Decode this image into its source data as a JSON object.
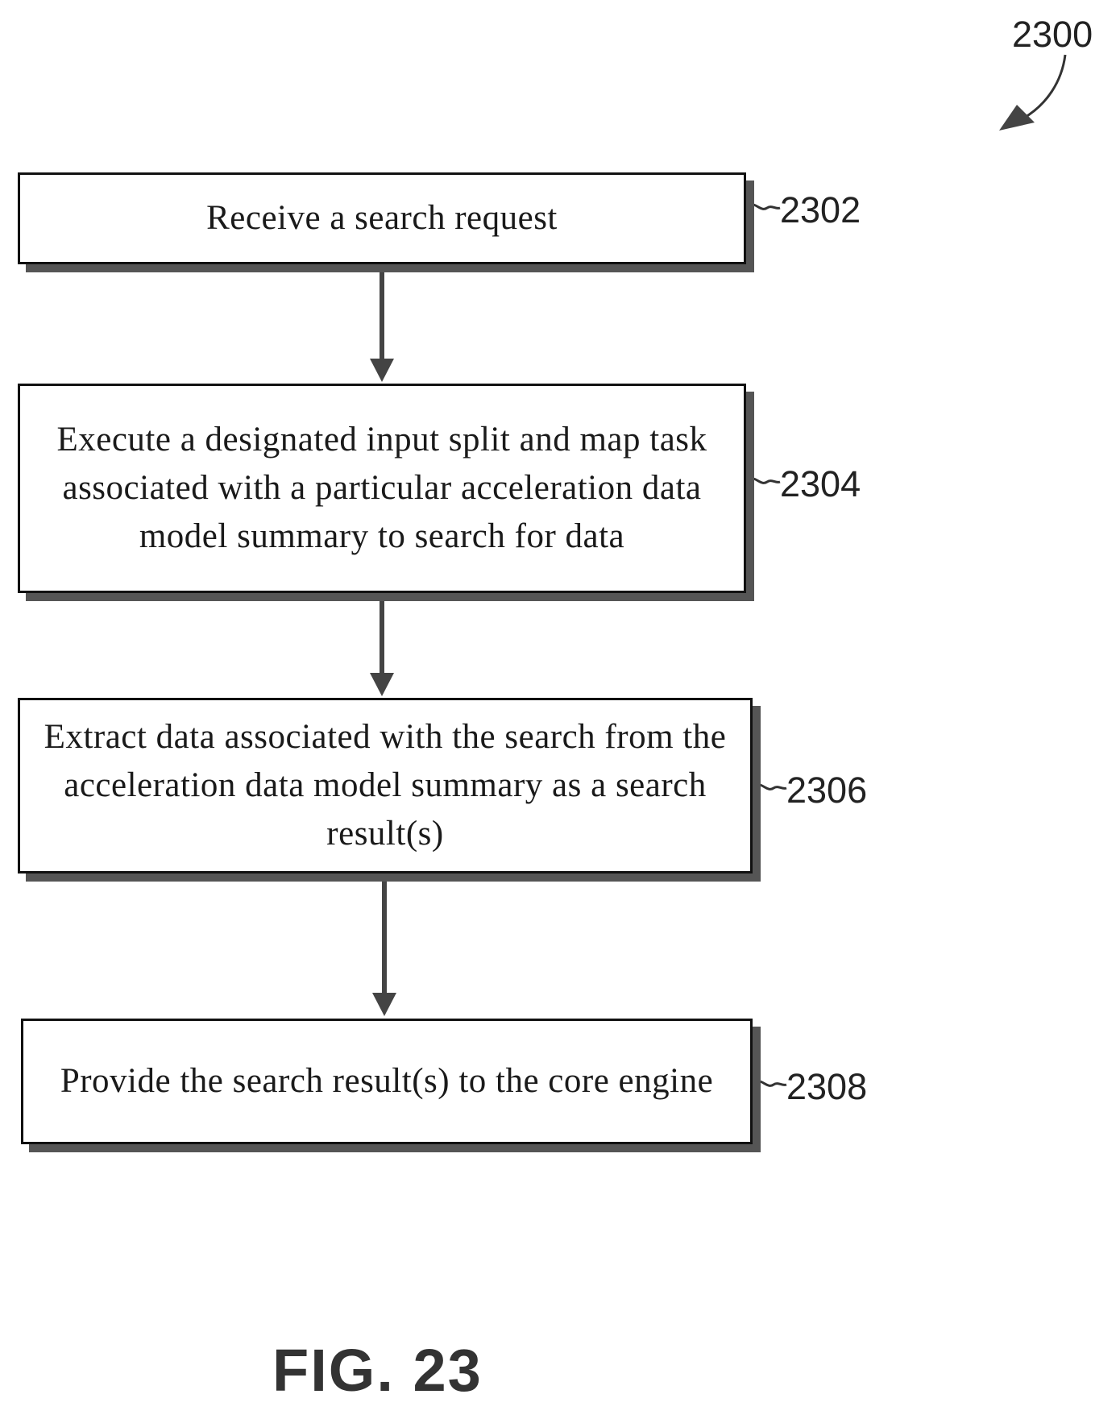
{
  "figure": {
    "number_label": "2300",
    "caption": "FIG. 23"
  },
  "steps": [
    {
      "ref": "2302",
      "text": "Receive a search request"
    },
    {
      "ref": "2304",
      "text": "Execute a designated input split and map task associated with a particular acceleration data model summary to search for data"
    },
    {
      "ref": "2306",
      "text": "Extract data associated with the search from the acceleration data model summary as a search result(s)"
    },
    {
      "ref": "2308",
      "text": "Provide the search result(s) to the core engine"
    }
  ]
}
